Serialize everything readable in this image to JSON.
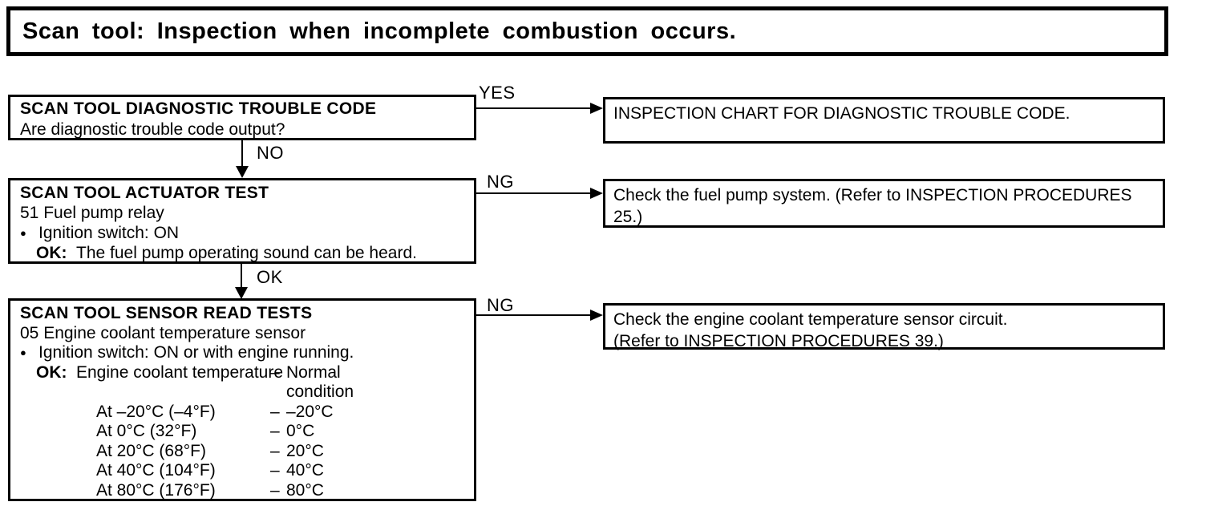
{
  "title": "Scan tool: Inspection when incomplete combustion occurs.",
  "flow": {
    "step1": {
      "heading": "SCAN TOOL DIAGNOSTIC TROUBLE CODE",
      "question": "Are diagnostic trouble code output?",
      "branch_label": "YES",
      "down_label": "NO",
      "result": "INSPECTION CHART FOR DIAGNOSTIC TROUBLE CODE."
    },
    "step2": {
      "heading": "SCAN TOOL ACTUATOR TEST",
      "item": "51 Fuel pump relay",
      "bullet_icon": "●",
      "bullet_text": "Ignition switch: ON",
      "ok_label": "OK:",
      "ok_text": "The fuel pump operating sound can be heard.",
      "branch_label": "NG",
      "down_label": "OK",
      "result_line1": "Check the fuel pump system. (Refer to INSPECTION PROCEDURES",
      "result_line2": "25.)"
    },
    "step3": {
      "heading": "SCAN TOOL SENSOR READ TESTS",
      "item": "05 Engine coolant temperature sensor",
      "bullet_icon": "●",
      "bullet_text": "Ignition switch: ON or with engine running.",
      "ok_label": "OK:",
      "ok_text": "Engine coolant temperature",
      "ok_dash": "–",
      "ok_value_line1": "Normal",
      "ok_value_line2": "condition",
      "readings": [
        {
          "condition": "At –20°C (–4°F)",
          "dash": "–",
          "value": "–20°C"
        },
        {
          "condition": "At 0°C (32°F)",
          "dash": "–",
          "value": "0°C"
        },
        {
          "condition": "At 20°C (68°F)",
          "dash": "–",
          "value": "20°C"
        },
        {
          "condition": "At 40°C (104°F)",
          "dash": "–",
          "value": "40°C"
        },
        {
          "condition": "At 80°C (176°F)",
          "dash": "–",
          "value": "80°C"
        }
      ],
      "branch_label": "NG",
      "result_line1": "Check the engine coolant temperature sensor circuit.",
      "result_line2": "(Refer to INSPECTION PROCEDURES 39.)"
    }
  }
}
